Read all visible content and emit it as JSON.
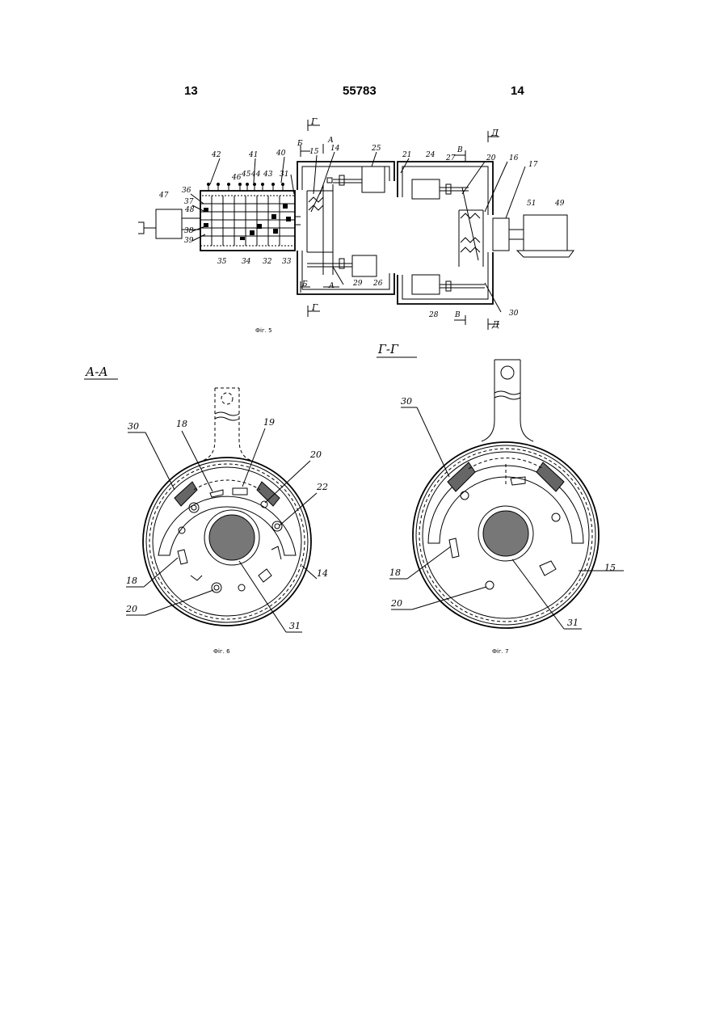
{
  "header": {
    "page_left": "13",
    "patent_number": "55783",
    "page_right": "14"
  },
  "fig5": {
    "caption": "Фіг. 5",
    "section_marks": {
      "G": "Г",
      "B": "Б",
      "A": "А",
      "V": "В",
      "D": "Д"
    },
    "labels": [
      "47",
      "48",
      "36",
      "37",
      "38",
      "39",
      "42",
      "46",
      "45",
      "41",
      "44",
      "43",
      "40",
      "31",
      "35",
      "34",
      "32",
      "33",
      "15",
      "14",
      "25",
      "29",
      "26",
      "21",
      "24",
      "27",
      "20",
      "16",
      "17",
      "51",
      "49",
      "28",
      "30"
    ]
  },
  "fig6": {
    "section_title": "А-А",
    "caption": "Фіг. 6",
    "labels": [
      "30",
      "18",
      "19",
      "20",
      "22",
      "18",
      "14",
      "20",
      "31"
    ]
  },
  "fig7": {
    "section_title": "Г-Г",
    "caption": "Фіг. 7",
    "labels": [
      "30",
      "18",
      "15",
      "20",
      "31"
    ]
  }
}
